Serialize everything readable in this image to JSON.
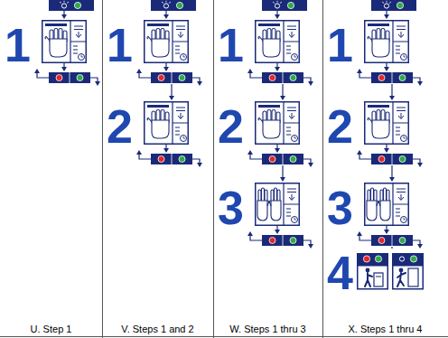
{
  "diagram": {
    "labels": [
      "1",
      "U. Step 1",
      "1",
      "2",
      "V. Steps 1 and 2",
      "1",
      "2",
      "3",
      "W. Steps 1 thru 3",
      "1",
      "2",
      "3",
      "4",
      "X. Steps 1 thru 4"
    ]
  }
}
